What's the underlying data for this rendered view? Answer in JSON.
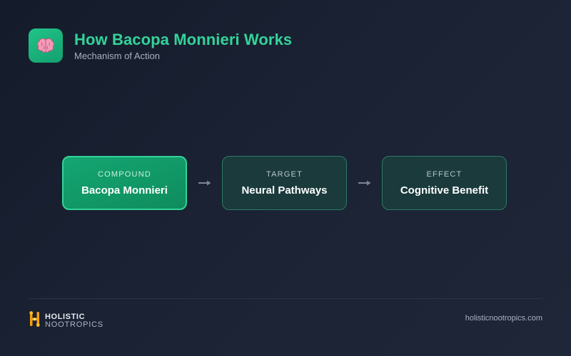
{
  "header": {
    "icon": "brain-icon",
    "title": "How Bacopa Monnieri Works",
    "subtitle": "Mechanism of Action"
  },
  "flow": {
    "nodes": [
      {
        "kind": "COMPOUND",
        "label": "Bacopa Monnieri",
        "style": "highlighted"
      },
      {
        "kind": "TARGET",
        "label": "Neural Pathways",
        "style": "muted"
      },
      {
        "kind": "EFFECT",
        "label": "Cognitive Benefit",
        "style": "muted"
      }
    ],
    "connector_icon": "arrow-right-icon"
  },
  "footer": {
    "logo": {
      "icon": "holistic-nootropics-logo-icon",
      "line1": "HOLISTIC",
      "line2": "NOOTROPICS"
    },
    "url": "holisticnootropics.com"
  },
  "colors": {
    "accent": "#34d399",
    "node_primary": "#14a672",
    "node_secondary": "#1a3a3c",
    "background": "#1b2335"
  }
}
